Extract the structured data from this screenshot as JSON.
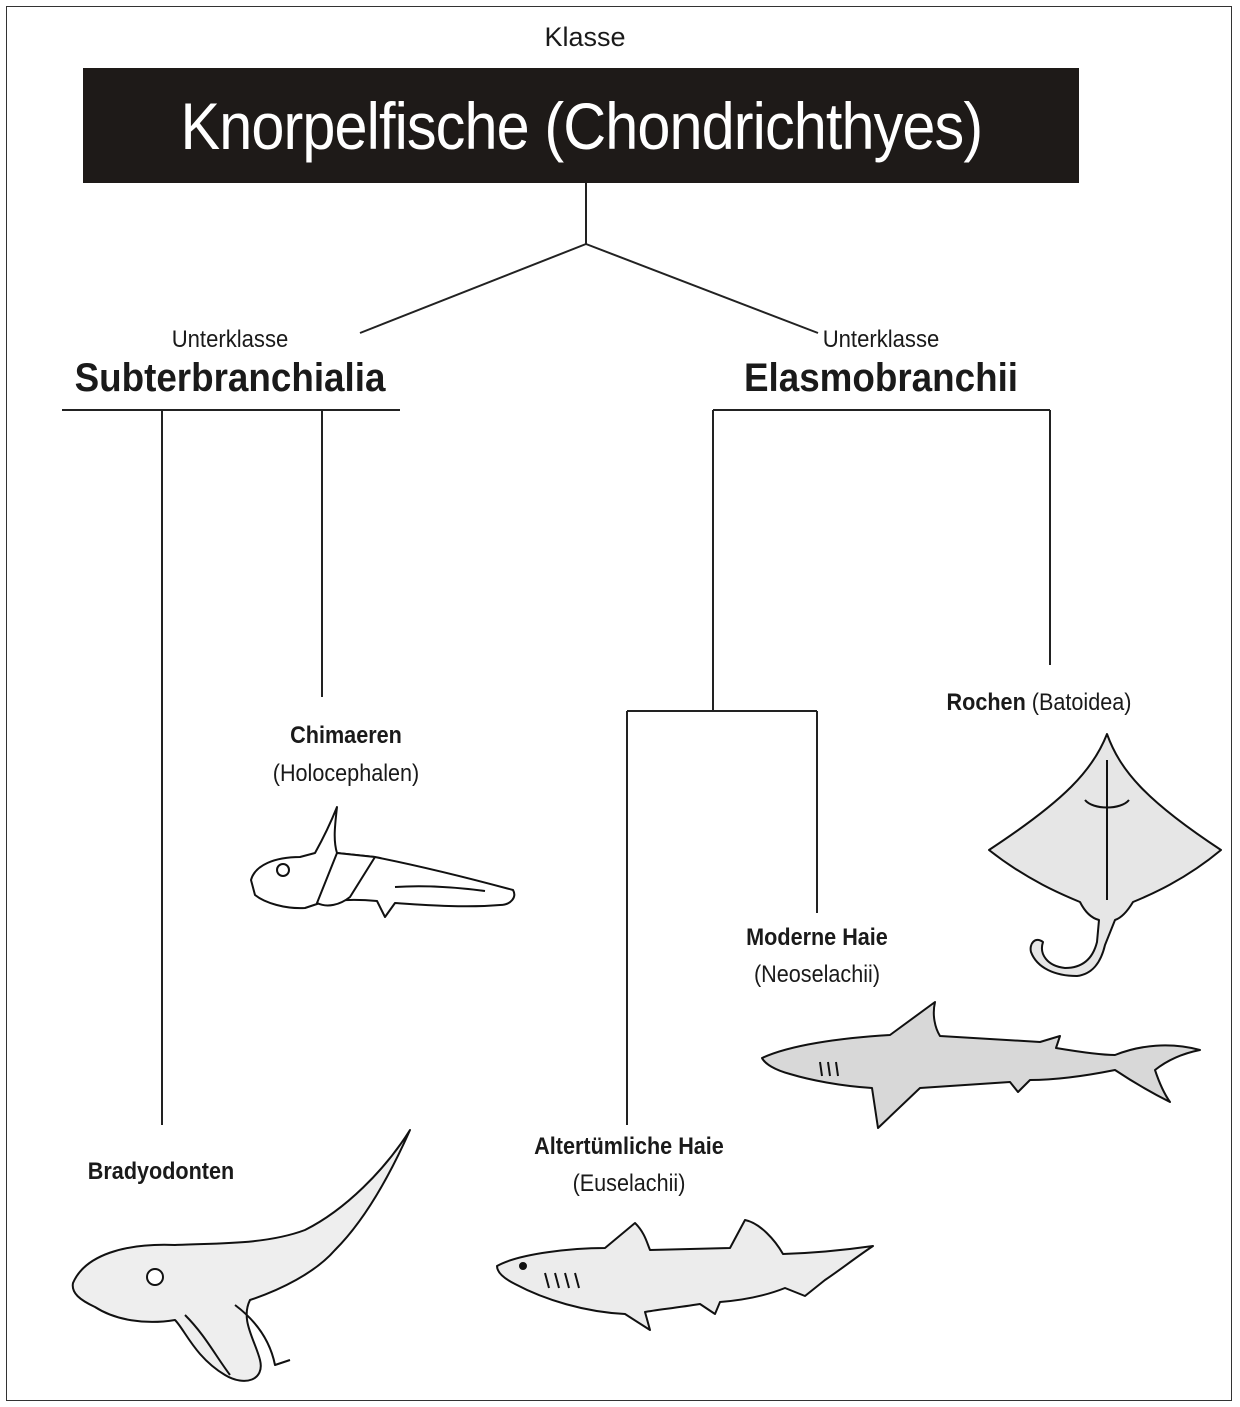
{
  "klasse_label": "Klasse",
  "title": "Knorpelfische (Chondrichthyes)",
  "subclasses": {
    "left": {
      "kicker": "Unterklasse",
      "name": "Subterbranchialia"
    },
    "right": {
      "kicker": "Unterklasse",
      "name": "Elasmobranchii"
    }
  },
  "groups": {
    "chimaeren": {
      "name": "Chimaeren",
      "sci": "(Holocephalen)"
    },
    "bradyodonten": {
      "name": "Bradyodonten"
    },
    "rochen": {
      "name": "Rochen",
      "sci": "(Batoidea)"
    },
    "moderne_haie": {
      "name": "Moderne Haie",
      "sci": "(Neoselachii)"
    },
    "altertuemliche_haie": {
      "name": "Altertümliche Haie",
      "sci": "(Euselachii)"
    }
  },
  "colors": {
    "ink": "#1a1a1a",
    "title_bg": "#1e1a18",
    "title_fg": "#ffffff"
  },
  "icons": [
    "chimaera-illustration",
    "bradyodont-illustration",
    "ray-illustration",
    "modern-shark-illustration",
    "ancient-shark-illustration"
  ]
}
